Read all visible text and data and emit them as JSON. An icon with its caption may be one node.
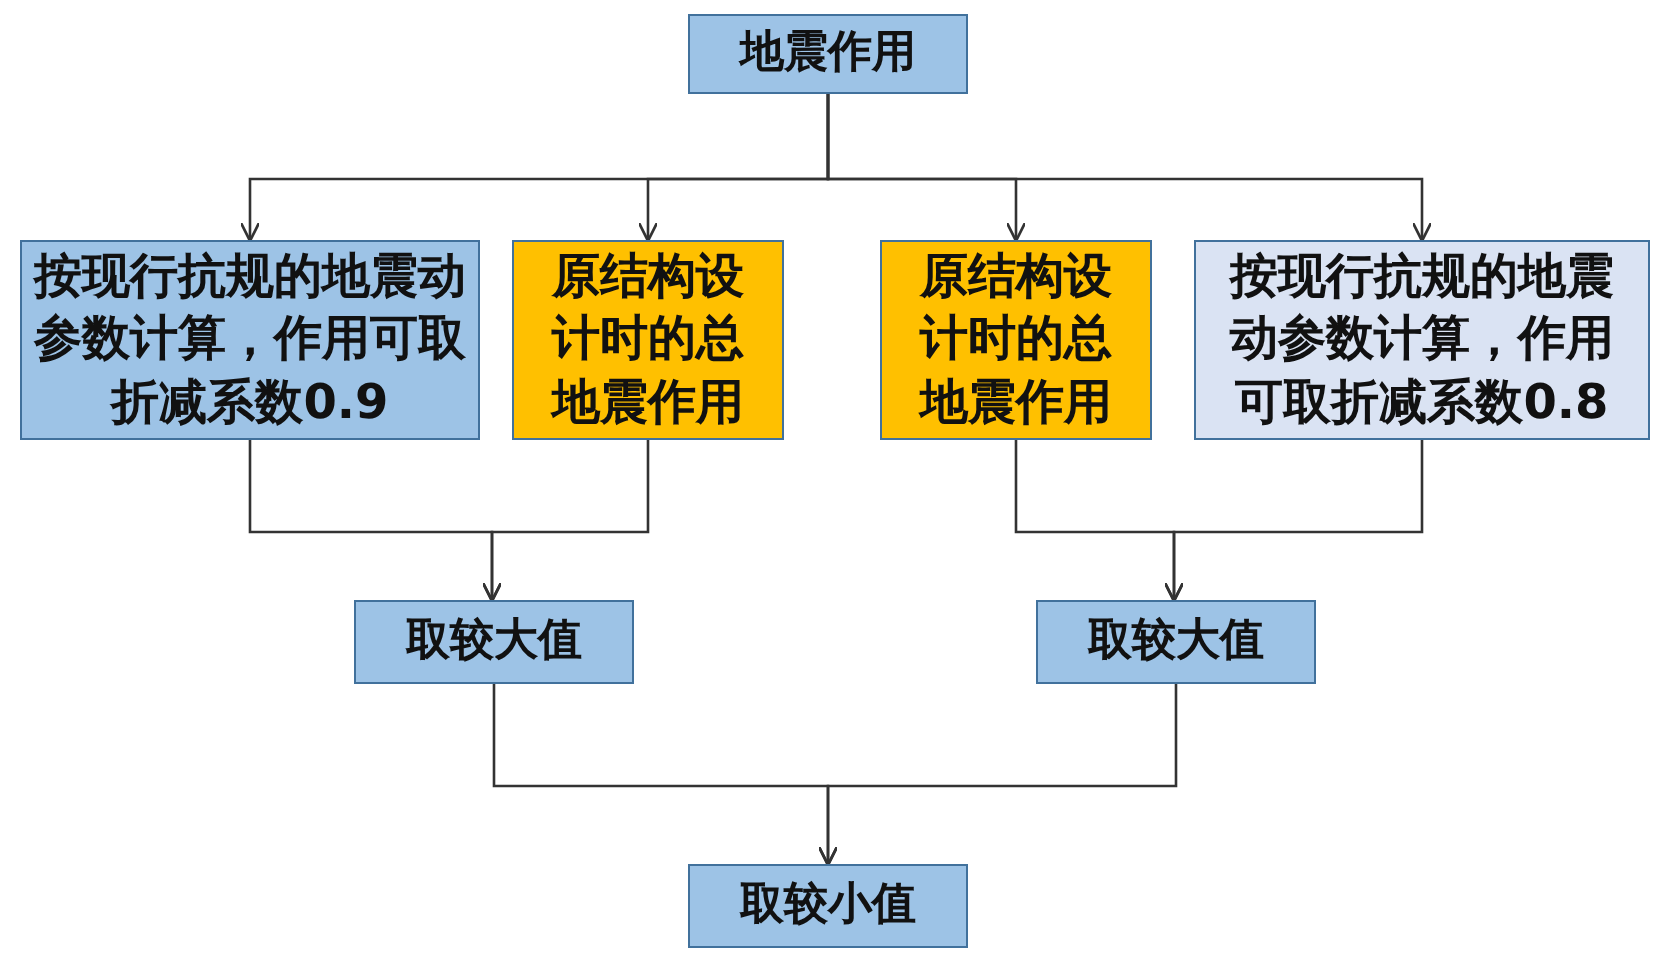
{
  "diagram": {
    "nodes": [
      {
        "text": [
          "地震作用"
        ]
      },
      {
        "text": [
          "按现行抗规的地震动参数计算，作用可取折减系数0.9"
        ]
      },
      {
        "text": [
          "原结构设计时的总地震作用"
        ]
      },
      {
        "text": [
          "原结构设计时的总地震作用"
        ]
      },
      {
        "text": [
          "按现行抗规的地震动参数计算，作用可取折减系数0.8"
        ]
      },
      {
        "text": [
          "取较大值"
        ]
      },
      {
        "text": [
          "取较大值"
        ]
      },
      {
        "text": [
          "取较小值"
        ]
      }
    ],
    "edges": [
      {
        "from": 0,
        "to": 1,
        "arrow": "to"
      },
      {
        "from": 0,
        "to": 2,
        "arrow": "to"
      },
      {
        "from": 0,
        "to": 3,
        "arrow": "to"
      },
      {
        "from": 0,
        "to": 4,
        "arrow": "to"
      },
      {
        "from": 1,
        "to": 5,
        "arrow": "to"
      },
      {
        "from": 2,
        "to": 5,
        "arrow": "to"
      },
      {
        "from": 3,
        "to": 6,
        "arrow": "to"
      },
      {
        "from": 4,
        "to": 6,
        "arrow": "to"
      },
      {
        "from": 5,
        "to": 7,
        "arrow": "to"
      },
      {
        "from": 6,
        "to": 7,
        "arrow": "to"
      }
    ]
  }
}
